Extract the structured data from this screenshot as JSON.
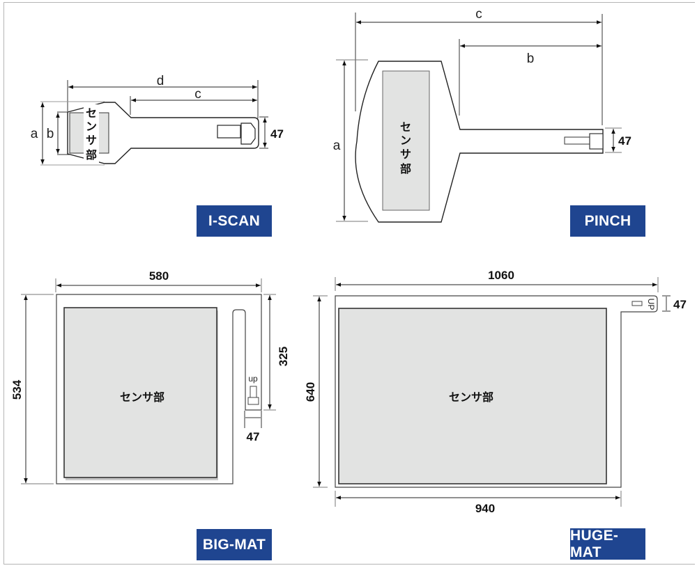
{
  "colors": {
    "badge_bg": "#1f4590",
    "badge_text": "#ffffff",
    "sensor_fill": "#e2e3e2",
    "outline": "#333333"
  },
  "sensor_label": "センサ部",
  "panels": {
    "iscan": {
      "title": "I-SCAN",
      "dims": {
        "a": "a",
        "b": "b",
        "c": "c",
        "d": "d",
        "connector": "47"
      }
    },
    "pinch": {
      "title": "PINCH",
      "dims": {
        "a": "a",
        "b": "b",
        "c": "c",
        "connector": "47"
      }
    },
    "bigmat": {
      "title": "BIG-MAT",
      "dims": {
        "width": "580",
        "height": "534",
        "tail_length": "325",
        "connector": "47"
      },
      "up_label": "up"
    },
    "hugemat": {
      "title": "HUGE-MAT",
      "dims": {
        "width": "1060",
        "height": "640",
        "sensor_width": "940",
        "connector": "47"
      },
      "up_label": "UP"
    }
  }
}
